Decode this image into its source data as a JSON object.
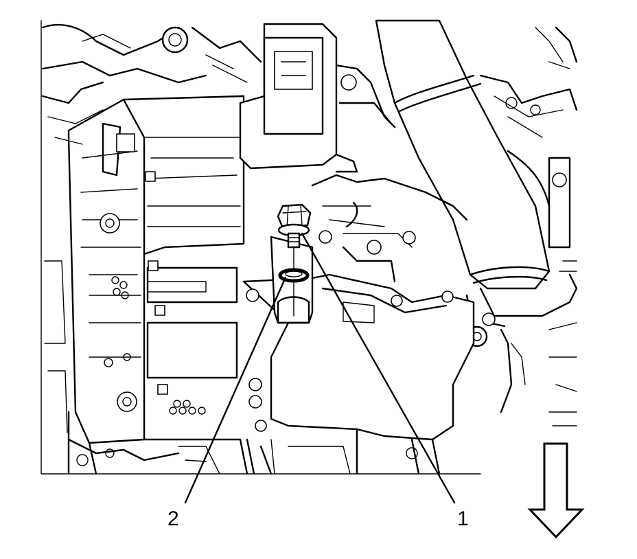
{
  "callouts": [
    {
      "id": "1",
      "label": "1"
    },
    {
      "id": "2",
      "label": "2"
    }
  ],
  "icons": {
    "direction_arrow": "down-arrow-icon"
  }
}
